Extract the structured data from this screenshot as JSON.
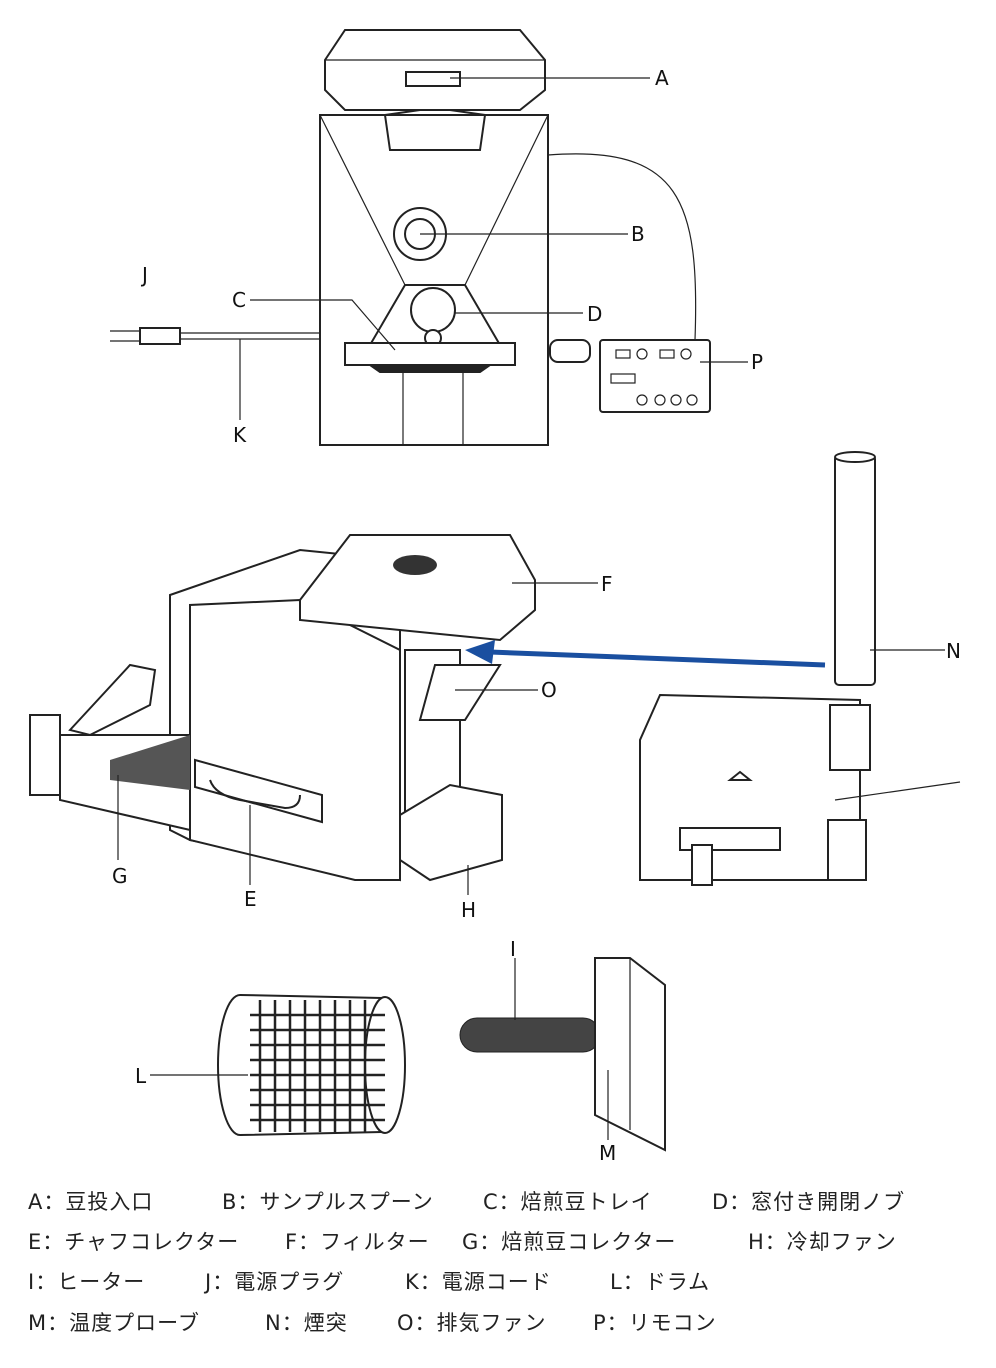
{
  "callouts": {
    "A": "A",
    "B": "B",
    "C": "C",
    "D": "D",
    "E": "E",
    "F": "F",
    "G": "G",
    "H": "H",
    "I": "I",
    "J": "J",
    "K": "K",
    "L": "L",
    "M": "M",
    "N": "N",
    "O": "O",
    "P": "P"
  },
  "legend": [
    {
      "key": "A",
      "text": "A：豆投入口"
    },
    {
      "key": "B",
      "text": "B：サンプルスプーン"
    },
    {
      "key": "C",
      "text": "C：焙煎豆トレイ"
    },
    {
      "key": "D",
      "text": "D：窓付き開閉ノブ"
    },
    {
      "key": "E",
      "text": "E：チャフコレクター"
    },
    {
      "key": "F",
      "text": "F：フィルター"
    },
    {
      "key": "G",
      "text": "G：焙煎豆コレクター"
    },
    {
      "key": "H",
      "text": "H：冷却ファン"
    },
    {
      "key": "I",
      "text": "I：ヒーター"
    },
    {
      "key": "J",
      "text": "J：電源プラグ"
    },
    {
      "key": "K",
      "text": "K：電源コード"
    },
    {
      "key": "L",
      "text": "L：ドラム"
    },
    {
      "key": "M",
      "text": "M：温度プローブ"
    },
    {
      "key": "N",
      "text": "N：煙突"
    },
    {
      "key": "O",
      "text": "O：排気ファン"
    },
    {
      "key": "P",
      "text": "P：リモコン"
    }
  ],
  "colors": {
    "arrow": "#1a4fa0",
    "line": "#222222"
  }
}
